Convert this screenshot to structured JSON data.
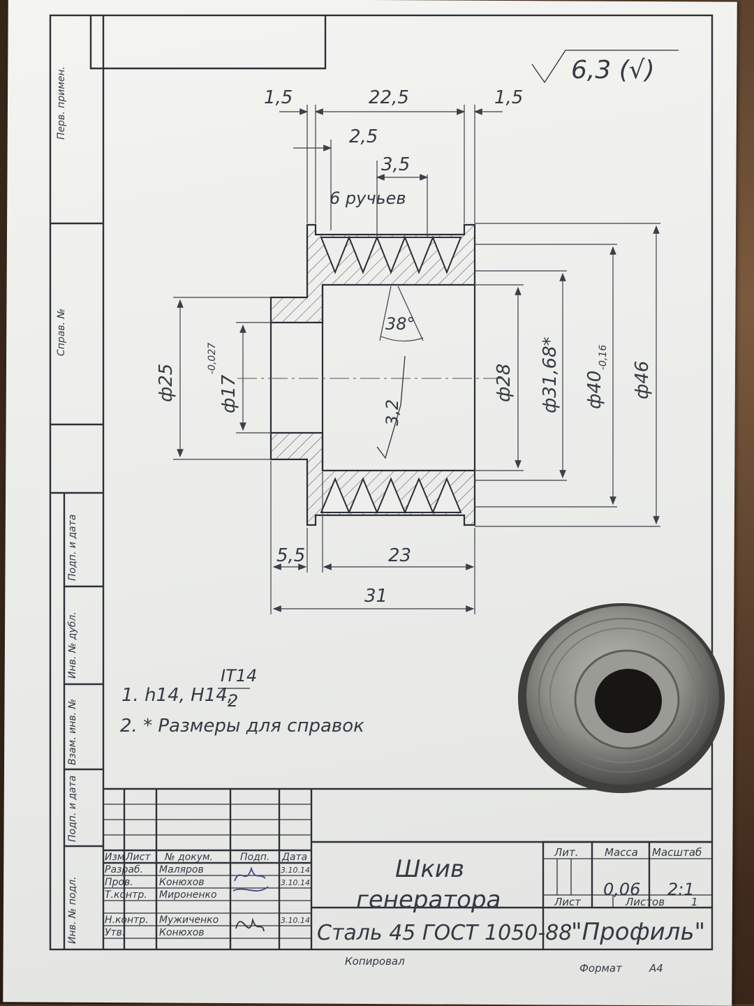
{
  "roughness_main": "6,3 (√)",
  "roughness_bore": "3,2",
  "dims": {
    "d_1_5_left": "1,5",
    "d_22_5": "22,5",
    "d_1_5_right": "1,5",
    "d_2_5": "2,5",
    "d_3_5": "3,5",
    "grooves": "6 ручьев",
    "angle": "38°",
    "d_phi25": "ф25",
    "d_phi17": "ф17",
    "d_phi17_tol": "-0,027",
    "d_phi28": "ф28",
    "d_phi31_68": "ф31,68*",
    "d_phi40": "ф40",
    "d_phi40_tol": "-0,16",
    "d_phi46": "ф46",
    "d_5_5": "5,5",
    "d_23": "23",
    "d_31": "31"
  },
  "notes": {
    "n1_prefix": "1. h14, H14,",
    "n1_num": "IT14",
    "n1_den": "2",
    "n2": "2.  * Размеры для справок"
  },
  "side_labels": {
    "perv_primen": "Перв. примен.",
    "sprav_no": "Справ. №",
    "podp_data_1": "Подп. и дата",
    "inv_dubl": "Инв. № дубл.",
    "vzam_inv": "Взам. инв. №",
    "podp_data_2": "Подп. и дата",
    "inv_podl": "Инв. № подл."
  },
  "title_block": {
    "h_izm": "Изм",
    "h_list": "Лист",
    "h_dokum": "№ докум.",
    "h_podp": "Подп.",
    "h_data": "Дата",
    "rows": [
      {
        "role": "Разраб.",
        "name": "Маляров",
        "date": "3.10.14"
      },
      {
        "role": "Пров.",
        "name": "Конюхов",
        "date": "3.10.14"
      },
      {
        "role": "Т.контр.",
        "name": "Мироненко",
        "date": ""
      },
      {
        "role": "",
        "name": "",
        "date": ""
      },
      {
        "role": "Н.контр.",
        "name": "Мужиченко",
        "date": "3.10.14"
      },
      {
        "role": "Утв.",
        "name": "Конюхов",
        "date": ""
      }
    ],
    "title_line1": "Шкив",
    "title_line2": "генератора",
    "material": "Сталь 45  ГОСТ 1050-88",
    "lit": "Лит.",
    "massa": "Масса",
    "masshtab": "Масштаб",
    "mass_value": "0,06",
    "scale_value": "2:1",
    "sheet": "Лист",
    "sheets": "Листов",
    "sheets_value": "1",
    "company": "\"Профиль\"",
    "copied": "Копировал",
    "format": "Формат",
    "format_value": "А4"
  },
  "colors": {
    "ink": "#2c3038",
    "paper": "#eeefec",
    "signature_ink": "#3b4a8a",
    "part_metal": "#8e8f89"
  }
}
